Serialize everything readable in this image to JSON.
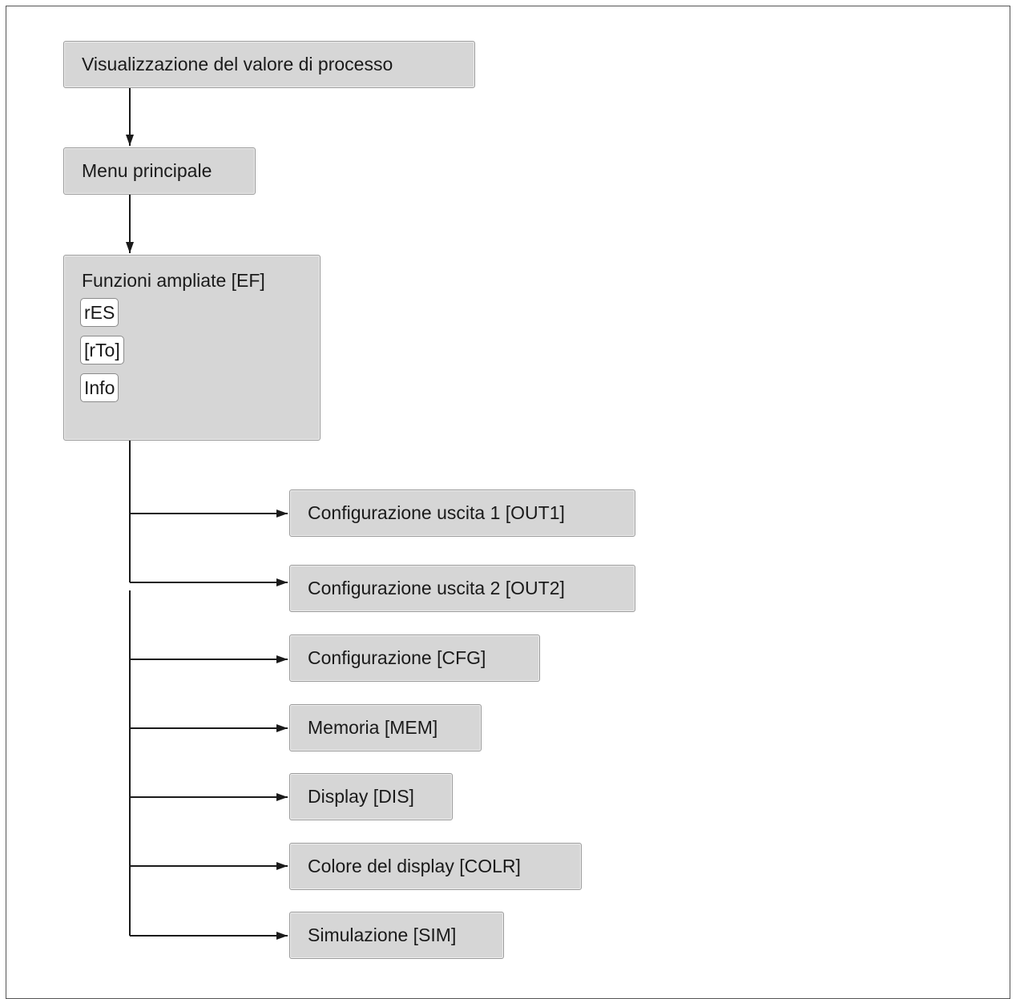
{
  "nodes": {
    "process_value": "Visualizzazione del valore di processo",
    "main_menu": "Menu principale",
    "extended_functions": {
      "title": "Funzioni ampliate [EF]",
      "items": [
        "rES",
        "[rTo]",
        "Info"
      ]
    }
  },
  "submenus": [
    "Configurazione uscita 1 [OUT1]",
    "Configurazione uscita 2 [OUT2]",
    "Configurazione [CFG]",
    "Memoria [MEM]",
    "Display [DIS]",
    "Colore del display [COLR]",
    "Simulazione [SIM]"
  ]
}
